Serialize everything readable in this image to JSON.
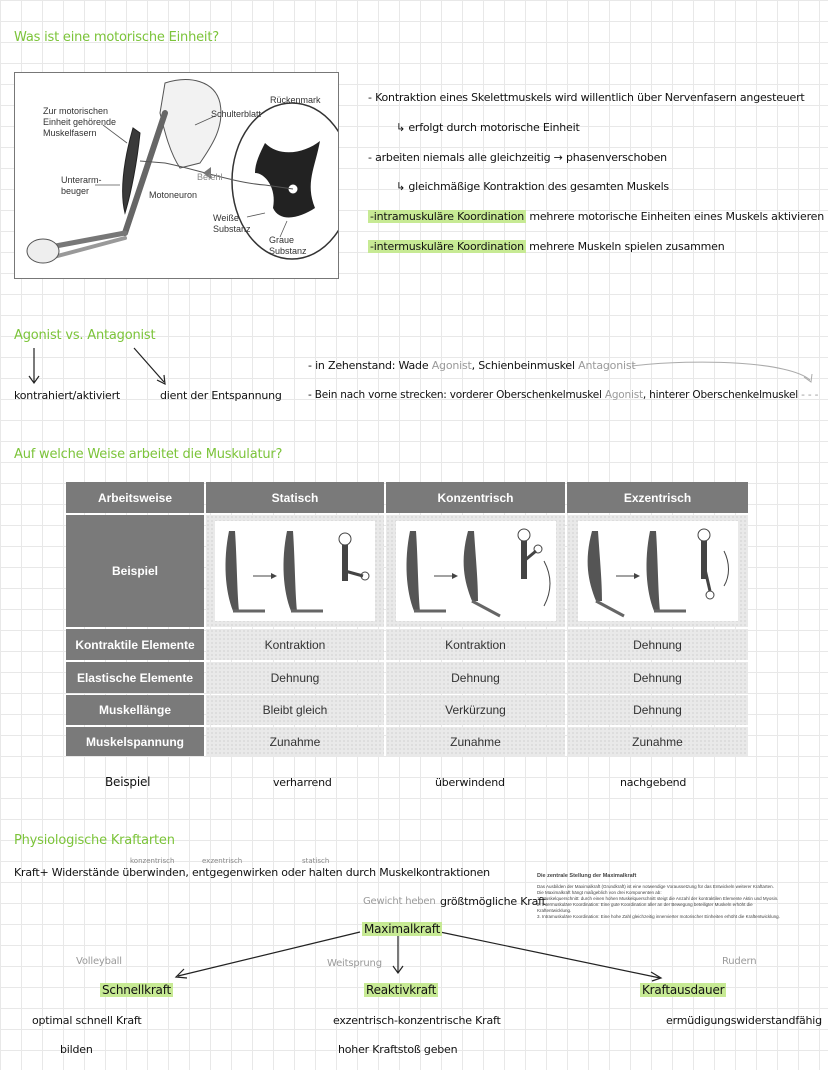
{
  "section1": {
    "heading": "Was ist eine motorische Einheit?",
    "figure_labels": {
      "muskelfasern": "Zur motorischen\nEinheit gehörende\nMuskelfasern",
      "schulterblatt": "Schulterblatt",
      "rueckenmark": "Rückenmark",
      "unterarmbeuger": "Unterarm-\nbeuger",
      "befehl": "Befehl",
      "motoneuron": "Motoneuron",
      "weisse": "Weiße\nSubstanz",
      "graue": "Graue\nSubstanz"
    },
    "notes": [
      "- Kontraktion eines Skelettmuskels wird willentlich über Nervenfasern angesteuert",
      "erfolgt durch motorische Einheit",
      "- arbeiten niemals alle gleichzeitig → phasenverschoben",
      "gleichmäßige Kontraktion des gesamten Muskels"
    ],
    "intra_term": "-intramuskuläre Koordination",
    "intra_text": "mehrere motorische Einheiten eines Muskels aktivieren",
    "inter_term": "-intermuskuläre Koordination",
    "inter_text": "mehrere Muskeln spielen zusammen"
  },
  "section2": {
    "heading": "Agonist vs. Antagonist",
    "left": "kontrahiert/aktiviert",
    "right": "dient der Entspannung",
    "ex1_a": "- in Zehenstand: Wade",
    "ex1_agonist": "Agonist",
    "ex1_b": ", Schienbeinmuskel",
    "ex1_antagonist": "Antagonist",
    "ex2_a": "- Bein nach vorne strecken: vorderer Oberschenkelmuskel",
    "ex2_agonist": "Agonist",
    "ex2_b": ", hinterer Oberschenkelmuskel",
    "ex2_tail": "- - -"
  },
  "section3": {
    "heading": "Auf welche Weise arbeitet die Muskulatur?",
    "table": {
      "headers": [
        "Arbeitsweise",
        "Statisch",
        "Konzentrisch",
        "Exzentrisch"
      ],
      "example_label": "Beispiel",
      "rows": [
        {
          "label": "Kontraktile Elemente",
          "values": [
            "Kontraktion",
            "Kontraktion",
            "Dehnung"
          ]
        },
        {
          "label": "Elastische Elemente",
          "values": [
            "Dehnung",
            "Dehnung",
            "Dehnung"
          ]
        },
        {
          "label": "Muskellänge",
          "values": [
            "Bleibt gleich",
            "Verkürzung",
            "Dehnung"
          ]
        },
        {
          "label": "Muskelspannung",
          "values": [
            "Zunahme",
            "Zunahme",
            "Zunahme"
          ]
        }
      ]
    },
    "beispiel_row": {
      "label": "Beispiel",
      "values": [
        "verharrend",
        "überwindend",
        "nachgebend"
      ]
    }
  },
  "section4": {
    "heading": "Physiologische Kraftarten",
    "line_a": "Kraft+ Widerstände",
    "w_ueberwinden": "überwinden,",
    "sup_konzentrisch": "konzentrisch",
    "w_entgegen": "entgegenwirken",
    "sup_exzentrisch": "exzentrisch",
    "w_oder": "oder",
    "w_halten": "halten",
    "sup_statisch": "statisch",
    "line_b": "durch Muskelkontraktionen",
    "gewicht": "Gewicht heben",
    "groesst": "größtmögliche Kraft",
    "maximalkraft": "Maximalkraft",
    "volleyball": "Volleyball",
    "weitsprung": "Weitsprung",
    "rudern": "Rudern",
    "schnellkraft": "Schnellkraft",
    "reaktivkraft": "Reaktivkraft",
    "kraftausdauer": "Kraftausdauer",
    "schnell_desc1": "optimal schnell Kraft",
    "schnell_desc2": "bilden",
    "reaktiv_desc1": "exzentrisch-konzentrische Kraft",
    "reaktiv_desc2": "hoher Kraftstoß geben",
    "ausdauer_desc": "ermüdigungswiderstandfähig",
    "article": {
      "title": "Die zentrale Stellung der Maximalkraft",
      "lines": [
        "Das Ausbilden der Maximalkraft (Grundkraft) ist eine notwendige Voraussetzung für das Entwickeln weiterer Kraftarten.",
        "Die Maximalkraft hängt maßgeblich von drei Komponenten ab:",
        "1. Muskelquerschnitt: durch einen hohen Muskelquerschnitt steigt die Anzahl der kontraktilen Elemente Aktin und Myosin.",
        "2. Intermuskuläre Koordination: Eine gute Koordination aller an der Bewegung beteiligter Muskeln erhöht die Kraftentwicklung.",
        "3. Intramuskuläre Koordination: Eine hohe Zahl gleichzeitig innervierter motorischer Einheiten erhöht die Kraftentwicklung."
      ]
    }
  },
  "colors": {
    "heading_green": "#7cc43a",
    "highlight": "#c7ea94",
    "table_header": "#7a7a7a"
  }
}
